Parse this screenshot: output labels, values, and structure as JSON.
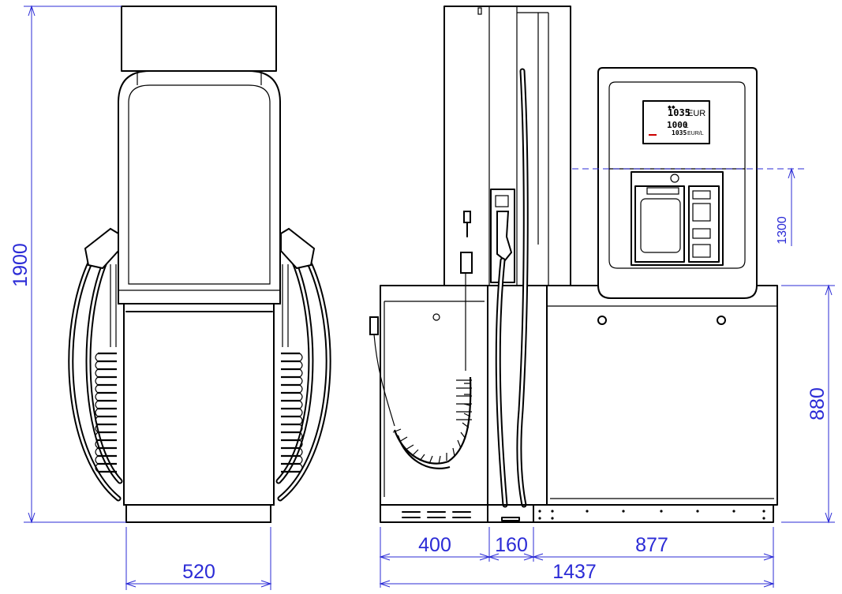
{
  "dimensions": {
    "front_height": "1900",
    "front_width": "520",
    "side_display_height": "1300",
    "side_base_height": "880",
    "side_depth_left": "400",
    "side_depth_mid": "160",
    "side_depth_right": "877",
    "side_total": "1437"
  },
  "display": {
    "amount_value": "1035",
    "amount_unit": "EUR",
    "volume_value": "1000",
    "volume_unit": "L",
    "price_value": "1035",
    "price_unit": "EUR/L"
  },
  "colors": {
    "line": "#000000",
    "dimension": "#2b2bd6",
    "background": "#ffffff"
  }
}
